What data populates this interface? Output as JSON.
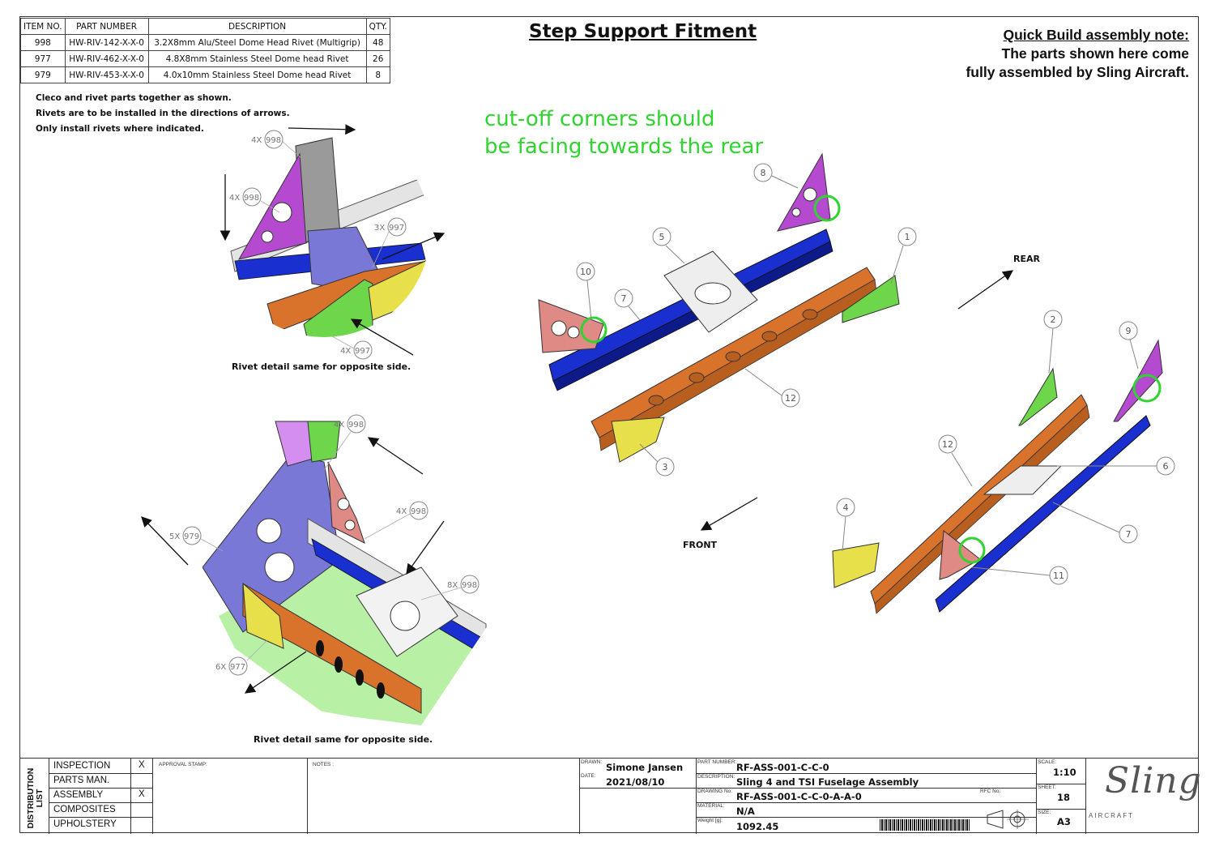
{
  "bom": {
    "headers": [
      "ITEM NO.",
      "PART NUMBER",
      "DESCRIPTION",
      "QTY."
    ],
    "rows": [
      [
        "998",
        "HW-RIV-142-X-X-0",
        "3.2X8mm Alu/Steel Dome Head Rivet (Multigrip)",
        "48"
      ],
      [
        "977",
        "HW-RIV-462-X-X-0",
        "4.8X8mm Stainless Steel Dome head Rivet",
        "26"
      ],
      [
        "979",
        "HW-RIV-453-X-X-0",
        "4.0x10mm Stainless Steel Dome head Rivet",
        "8"
      ]
    ]
  },
  "title": "Step Support Fitment",
  "quick_build": {
    "heading": "Quick Build assembly note:",
    "line1": "The parts shown here come",
    "line2": "fully assembled by Sling Aircraft."
  },
  "instructions": [
    "Cleco and rivet parts together as shown.",
    "Rivets are to be installed in the directions of arrows.",
    "Only install rivets where indicated."
  ],
  "green_note": {
    "line1": "cut-off corners should",
    "line2": "be facing towards the rear",
    "color": "#2fd42f"
  },
  "captions": {
    "top_detail": "Rivet detail same for opposite side.",
    "bottom_detail": "Rivet detail same for opposite side."
  },
  "directions": {
    "rear": "REAR",
    "front": "FRONT"
  },
  "callouts": {
    "top_detail": [
      "4X",
      "998",
      "4X",
      "998",
      "3X",
      "997",
      "4X",
      "997"
    ],
    "bottom_detail": [
      "4X",
      "998",
      "4X",
      "998",
      "5X",
      "979",
      "8X",
      "998",
      "6X",
      "977"
    ],
    "balloons_main": [
      "8",
      "5",
      "1",
      "10",
      "7",
      "12",
      "3"
    ],
    "balloons_right": [
      "2",
      "9",
      "12",
      "6",
      "4",
      "7",
      "11"
    ]
  },
  "title_block": {
    "distribution_label": "DISTRIBUTION LIST",
    "distribution": [
      {
        "name": "INSPECTION",
        "mark": "X"
      },
      {
        "name": "PARTS MAN.",
        "mark": ""
      },
      {
        "name": "ASSEMBLY",
        "mark": "X"
      },
      {
        "name": "COMPOSITES",
        "mark": ""
      },
      {
        "name": "UPHOLSTERY",
        "mark": ""
      }
    ],
    "approval_label": "APPROVAL STAMP:",
    "notes_label": "NOTES :",
    "drawn_label": "DRAWN:",
    "drawn_by": "Simone Jansen",
    "date_label": "DATE:",
    "date": "2021/08/10",
    "part_number_label": "PART NUMBER:",
    "part_number": "RF-ASS-001-C-C-0",
    "description_label": "DESCRIPTION:",
    "description": "Sling 4 and TSI Fuselage Assembly",
    "drawing_no_label": "DRAWING No:",
    "drawing_no": "RF-ASS-001-C-C-0-A-A-0",
    "rfc_label": "RFC No:",
    "material_label": "MATERIAL:",
    "material": "N/A",
    "weight_label": "Weight [g]:",
    "weight": "1092.45",
    "scale_label": "SCALE:",
    "scale": "1:10",
    "sheet_label": "SHEET:",
    "sheet": "18",
    "size_label": "SIZE:",
    "size": "A3",
    "logo_text": "Sling",
    "logo_sub": "AIRCRAFT"
  },
  "colors": {
    "blue_rail": "#1a2fd0",
    "orange_beam": "#d9722a",
    "green_bracket": "#6ed64a",
    "yellow_bracket": "#e8e04a",
    "purple_gusset": "#b54ad0",
    "pink_gusset": "#e08a86",
    "lilac_plate": "#7a78d6",
    "grey_plate": "#d8d8d8"
  }
}
